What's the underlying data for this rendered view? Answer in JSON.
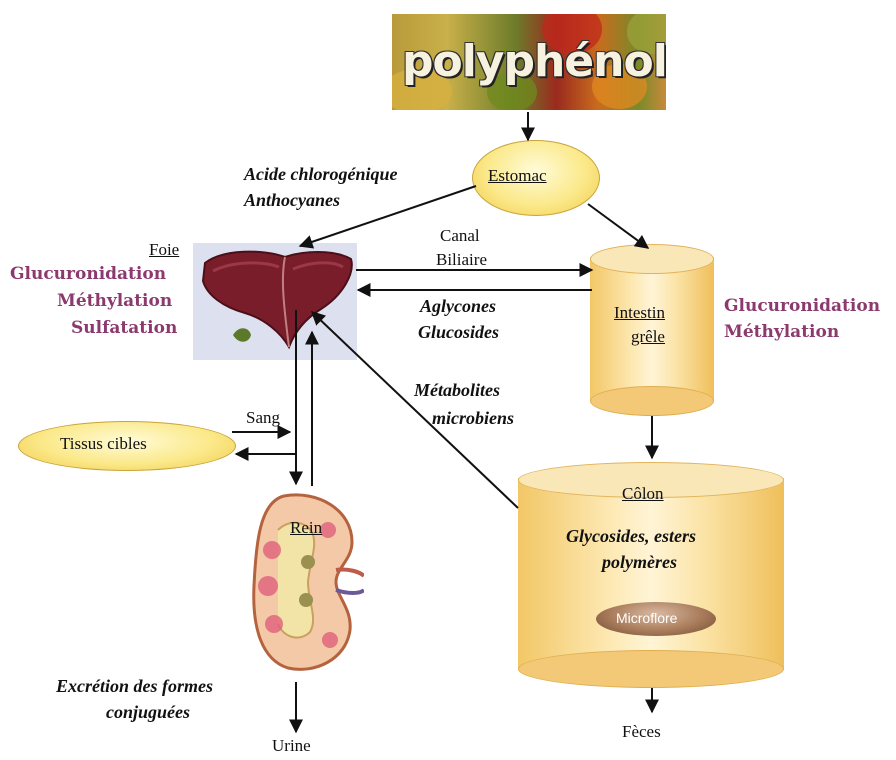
{
  "banner": {
    "title": "polyphénols"
  },
  "nodes": {
    "estomac": "Estomac",
    "foie": "Foie",
    "intestin_line1": "Intestin",
    "intestin_line2": "grêle",
    "colon": "Côlon",
    "rein": "Rein",
    "tissus": "Tissus cibles",
    "microflore": "Microflore",
    "feces": "Fèces",
    "urine": "Urine"
  },
  "labels": {
    "acide_line1": "Acide chlorogénique",
    "acide_line2": "Anthocyanes",
    "canal_line1": "Canal",
    "canal_line2": "Biliaire",
    "aglycones_line1": "Aglycones",
    "aglycones_line2": "Glucosides",
    "metabolites_line1": "Métabolites",
    "metabolites_line2": "microbiens",
    "sang": "Sang",
    "colon_content_line1": "Glycosides, esters",
    "colon_content_line2": "polymères",
    "excretion_line1": "Excrétion des formes",
    "excretion_line2": "conjuguées"
  },
  "processes": {
    "foie": [
      "Glucuronidation",
      "Méthylation",
      "Sulfatation"
    ],
    "intestin": [
      "Glucuronidation",
      "Méthylation"
    ]
  },
  "colors": {
    "process_text": "#8c3a6e",
    "ellipse_fill": "#fbe98a",
    "cylinder_fill": "#fde9b4",
    "liver": "#7a1d2a",
    "arrow": "#111111"
  }
}
